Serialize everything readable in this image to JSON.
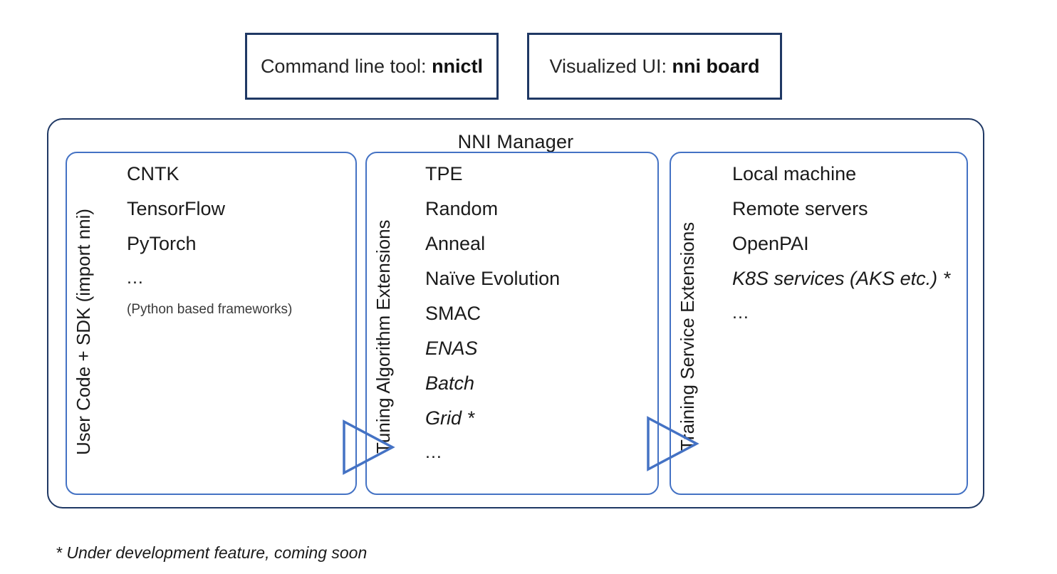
{
  "top_boxes": [
    {
      "prefix": "Command line tool: ",
      "strong": "nnictl"
    },
    {
      "prefix": "Visualized UI: ",
      "strong": "nni board"
    }
  ],
  "manager": {
    "title": "NNI Manager",
    "panels": [
      {
        "id": "user-code",
        "vertical_label": "User Code + SDK (import nni)",
        "items": [
          {
            "text": "CNTK",
            "style": "normal"
          },
          {
            "text": "TensorFlow",
            "style": "normal"
          },
          {
            "text": "PyTorch",
            "style": "normal"
          },
          {
            "text": "...",
            "style": "ellipsis"
          },
          {
            "text": "(Python based frameworks)",
            "style": "small"
          }
        ]
      },
      {
        "id": "tuning-algorithms",
        "vertical_label": "Tuning Algorithm Extensions",
        "items": [
          {
            "text": "TPE",
            "style": "normal"
          },
          {
            "text": "Random",
            "style": "normal"
          },
          {
            "text": "Anneal",
            "style": "normal"
          },
          {
            "text": "Naïve Evolution",
            "style": "normal"
          },
          {
            "text": "SMAC",
            "style": "normal"
          },
          {
            "text": "ENAS",
            "style": "italic"
          },
          {
            "text": "Batch",
            "style": "italic"
          },
          {
            "text": "Grid *",
            "style": "italic"
          },
          {
            "text": "...",
            "style": "ellipsis"
          }
        ]
      },
      {
        "id": "training-services",
        "vertical_label": "Training Service Extensions",
        "items": [
          {
            "text": "Local machine",
            "style": "normal"
          },
          {
            "text": "Remote servers",
            "style": "normal"
          },
          {
            "text": "OpenPAI",
            "style": "normal"
          },
          {
            "text": "K8S services (AKS etc.) *",
            "style": "italic"
          },
          {
            "text": "...",
            "style": "ellipsis"
          }
        ]
      }
    ]
  },
  "arrows": [
    {
      "name": "arrow-user-to-tuning",
      "direction": "right"
    },
    {
      "name": "arrow-tuning-to-training",
      "direction": "right"
    }
  ],
  "footnote": "* Under development feature, coming soon",
  "colors": {
    "outline_dark": "#1F3864",
    "outline_blue": "#4472C4",
    "text": "#1a1a1a",
    "background": "#ffffff"
  }
}
